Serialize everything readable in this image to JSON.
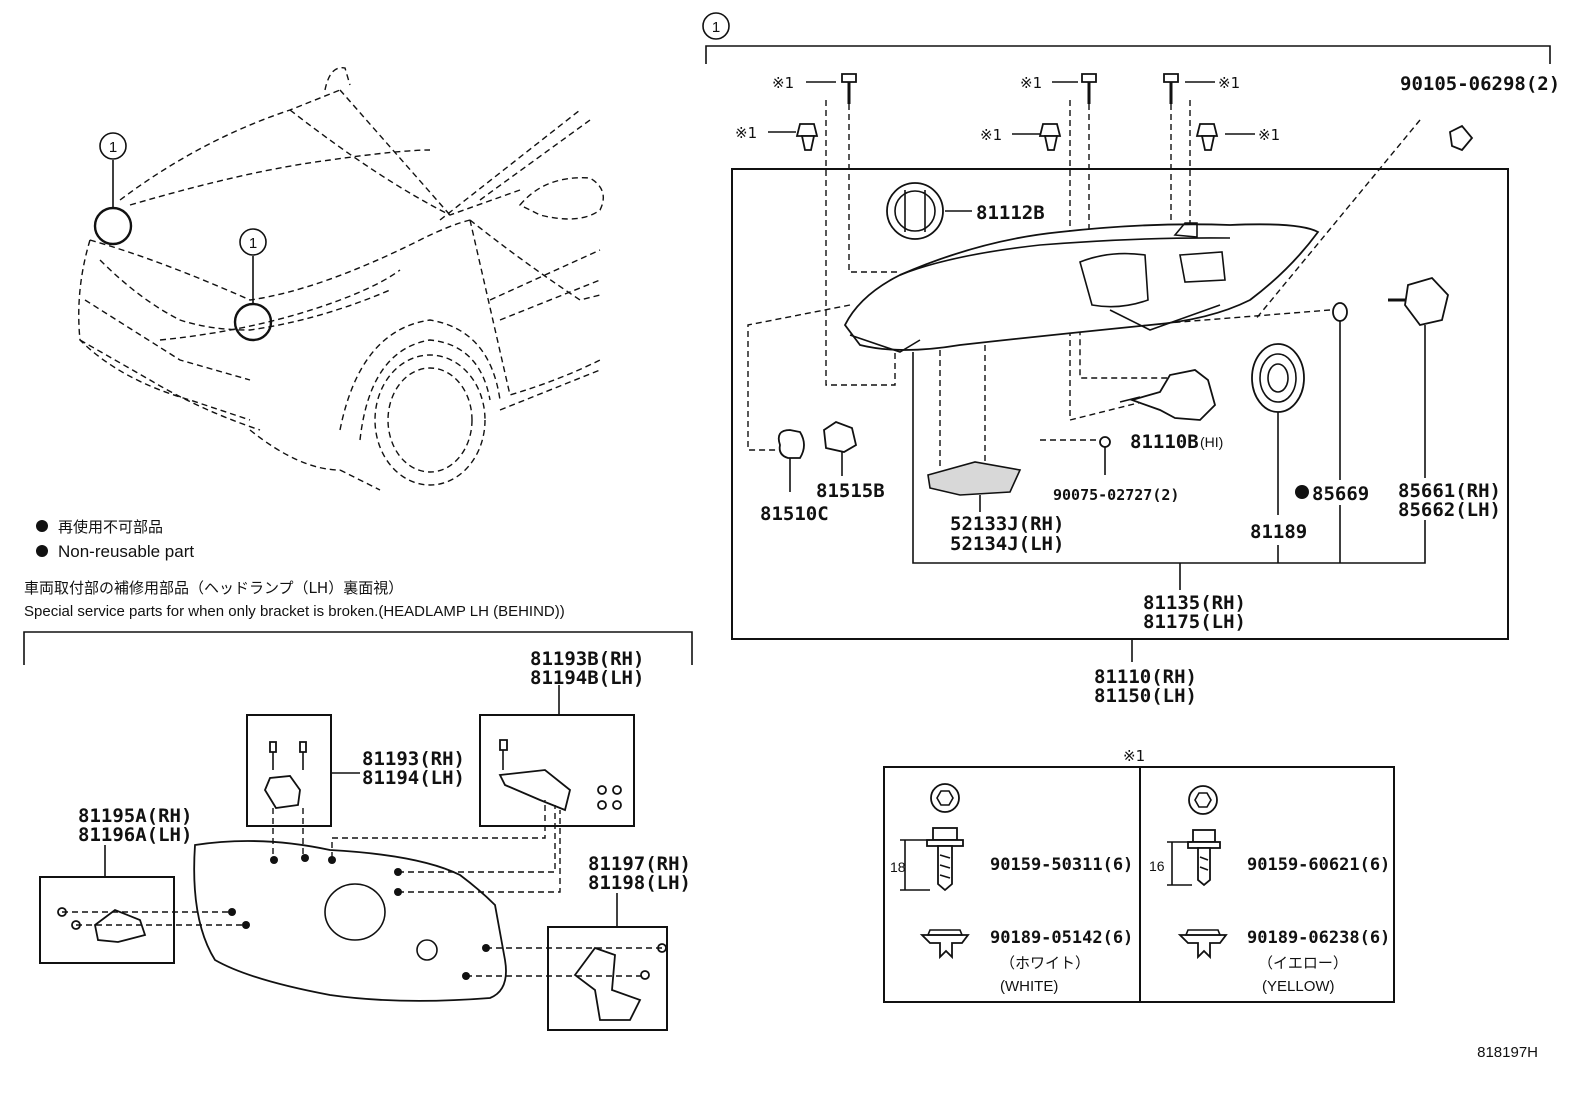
{
  "callout_symbol": "1",
  "ref_mark": "※1",
  "legend": {
    "jp": "再使用不可部品",
    "en": "Non-reusable part"
  },
  "service_note": {
    "jp": "車両取付部の補修用部品（ヘッドランプ（LH）裏面視）",
    "en": "Special service parts for when only bracket is broken.(HEADLAMP LH (BEHIND))"
  },
  "parts": {
    "p90105": "90105-06298(2)",
    "p81112B": "81112B",
    "p81110B": "81110B",
    "p81110B_suffix": "(HI)",
    "p81515B": "81515B",
    "p81510C": "81510C",
    "p90075": "90075-02727(2)",
    "p52133J": "52133J(RH)",
    "p52134J": "52134J(LH)",
    "p85669": "85669",
    "p81189": "81189",
    "p85661": "85661(RH)",
    "p85662": "85662(LH)",
    "p81135": "81135(RH)",
    "p81175": "81175(LH)",
    "p81110": "81110(RH)",
    "p81150": "81150(LH)",
    "p81193B": "81193B(RH)",
    "p81194B": "81194B(LH)",
    "p81193": "81193(RH)",
    "p81194": "81194(LH)",
    "p81195A": "81195A(RH)",
    "p81196A": "81196A(LH)",
    "p81197": "81197(RH)",
    "p81198": "81198(LH)"
  },
  "fasteners": {
    "left": {
      "dim": "18",
      "bolt": "90159-50311(6)",
      "clip": "90189-05142(6)",
      "color_jp": "（ホワイト）",
      "color_en": "(WHITE)"
    },
    "right": {
      "dim": "16",
      "bolt": "90159-60621(6)",
      "clip": "90189-06238(6)",
      "color_jp": "（イエロー）",
      "color_en": "(YELLOW)"
    }
  },
  "illustration_code": "818197H"
}
